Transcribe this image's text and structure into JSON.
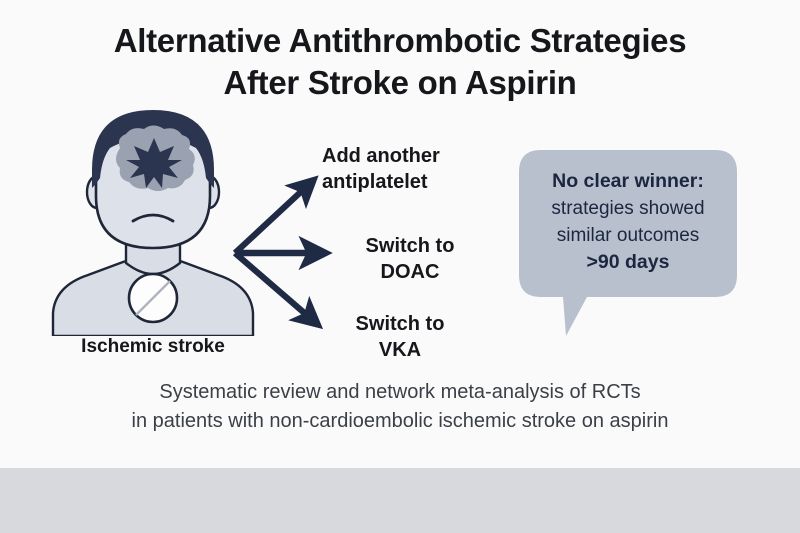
{
  "canvas": {
    "background_color": "#fafafb",
    "bottom_band_color": "#d8d9dd"
  },
  "title": {
    "line1": "Alternative Antithrombotic Strategies",
    "line2": "After Stroke on Aspirin",
    "color": "#16171a"
  },
  "patient": {
    "caption": "Ischemic stroke",
    "hair_color": "#2b3550",
    "skin_color": "#dde1e9",
    "body_color": "#d9dde6",
    "brain_color": "#9aa2b1",
    "stroke_marker_color": "#2b3550",
    "outline_color": "#1f2638",
    "pill_color": "#fdfdfd",
    "icons": {
      "brain": "brain-icon",
      "stroke_burst": "stroke-burst-icon",
      "aspirin_pill": "aspirin-pill-icon"
    }
  },
  "strategies": [
    {
      "id": "add-antiplatelet",
      "line1": "Add another",
      "line2": "antiplatelet",
      "align": "left"
    },
    {
      "id": "switch-doac",
      "line1": "Switch to",
      "line2": "DOAC",
      "align": "center"
    },
    {
      "id": "switch-vka",
      "line1": "Switch to",
      "line2": "VKA",
      "align": "center"
    }
  ],
  "arrows": {
    "color": "#1f2a44",
    "count": 3,
    "directions": [
      "up-right",
      "right",
      "down-right"
    ]
  },
  "callout": {
    "line1": "No clear winner:",
    "line2": "strategies showed",
    "line3": "similar outcomes",
    "line4": ">90 days",
    "background_color": "#b9c0cd",
    "text_color": "#1b2740"
  },
  "footer": {
    "line1": "Systematic review and network meta-analysis of RCTs",
    "line2": "in patients with non-cardioembolic ischemic stroke on aspirin",
    "color": "#3b3f46"
  }
}
